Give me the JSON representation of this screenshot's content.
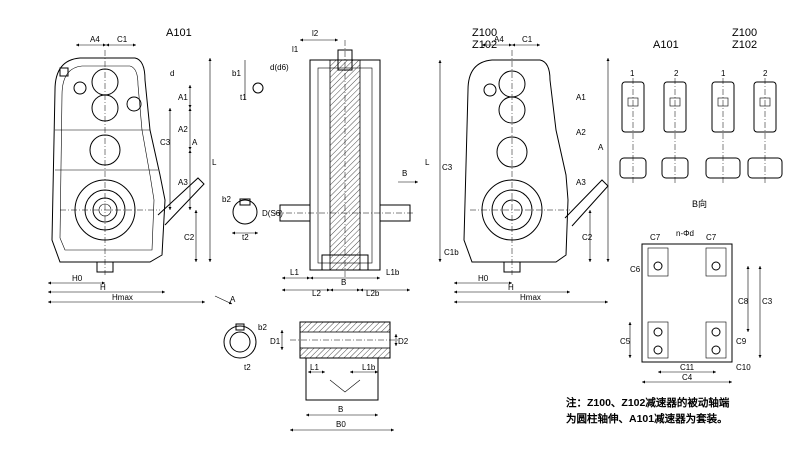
{
  "views": {
    "a101_front": {
      "title": "A101",
      "labels": [
        "A4",
        "C1",
        "d",
        "A1",
        "A2",
        "C3",
        "A",
        "L",
        "A3",
        "C2",
        "H0",
        "H",
        "Hmax"
      ]
    },
    "side_section": {
      "labels": [
        "l2",
        "l1",
        "b1",
        "d(d6)",
        "t1",
        "L1",
        "L2",
        "B",
        "L2b",
        "L1b",
        "B"
      ]
    },
    "shaft_key": {
      "labels": [
        "b2",
        "D(S6)",
        "t2"
      ]
    },
    "z100_front": {
      "title1": "Z100",
      "title2": "Z102",
      "labels": [
        "A4",
        "C1",
        "A1",
        "A2",
        "A",
        "C3",
        "L",
        "A3",
        "C1b",
        "C2",
        "H0",
        "H",
        "Hmax",
        "B"
      ]
    },
    "top_plan": {
      "title": "A101",
      "title_z1": "Z100",
      "title_z2": "Z102",
      "nums": [
        "1",
        "2",
        "1",
        "2"
      ],
      "direction": "B向"
    },
    "base": {
      "labels": [
        "C7",
        "n-Φd",
        "C7",
        "C6",
        "C8",
        "C3",
        "C5",
        "C9",
        "C11",
        "C4",
        "C10"
      ]
    },
    "bottom": {
      "labels": [
        "b2",
        "D1",
        "t2",
        "D2",
        "L1",
        "L1b",
        "B",
        "B0",
        "A"
      ]
    }
  },
  "note": {
    "line1": "注：Z100、Z102减速器的被动轴端",
    "line2": "为圆柱轴伸、A101减速器为套装。"
  }
}
